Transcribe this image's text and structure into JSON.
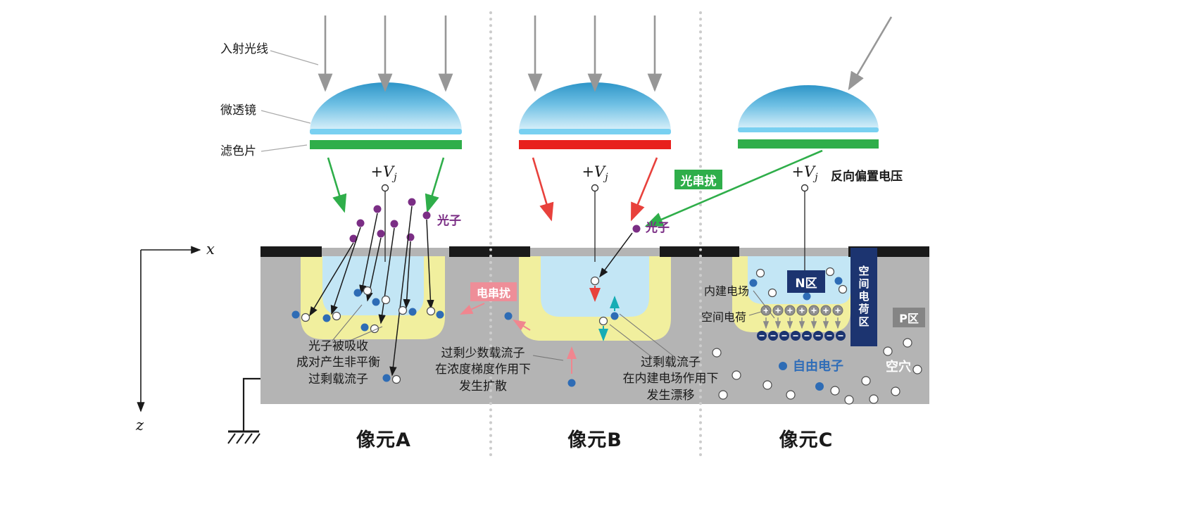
{
  "colors": {
    "filter_green": "#2fae4a",
    "filter_red": "#e8201d",
    "lens_blue": "#5bb8e0",
    "silicon_gray": "#b4b4b4",
    "well_yellow": "#f1ef9e",
    "depletion_blue": "#c3e6f5",
    "navy": "#1c3470",
    "photon_purple": "#7b2e85",
    "electron_blue": "#2e6cb5",
    "crosstalk_pink": "#ee8e98",
    "metal_black": "#1a1a1a"
  },
  "left_labels": {
    "incident": "入射光线",
    "microlens": "微透镜",
    "filter": "滤色片"
  },
  "bias": {
    "main": "+V",
    "sub": "j"
  },
  "reverse_bias": "反向偏置电压",
  "badges": {
    "optical_crosstalk": "光串扰",
    "electrical_crosstalk": "电串扰",
    "n_region": "N区",
    "p_region": "P区",
    "space_charge_region": "空间电荷区"
  },
  "photon": "光子",
  "field_labels": {
    "built_in_field": "内建电场",
    "space_charge": "空间电荷",
    "free_electron": "自由电子",
    "hole": "空穴"
  },
  "annotations": {
    "absorption": "光子被吸收\n成对产生非平衡\n过剩载流子",
    "diffusion": "过剩少数载流子\n在浓度梯度作用下\n发生扩散",
    "drift": "过剩载流子\n在内建电场作用下\n发生漂移"
  },
  "pixels": [
    "像元A",
    "像元B",
    "像元C"
  ],
  "axes": {
    "x": "x",
    "z": "z"
  }
}
